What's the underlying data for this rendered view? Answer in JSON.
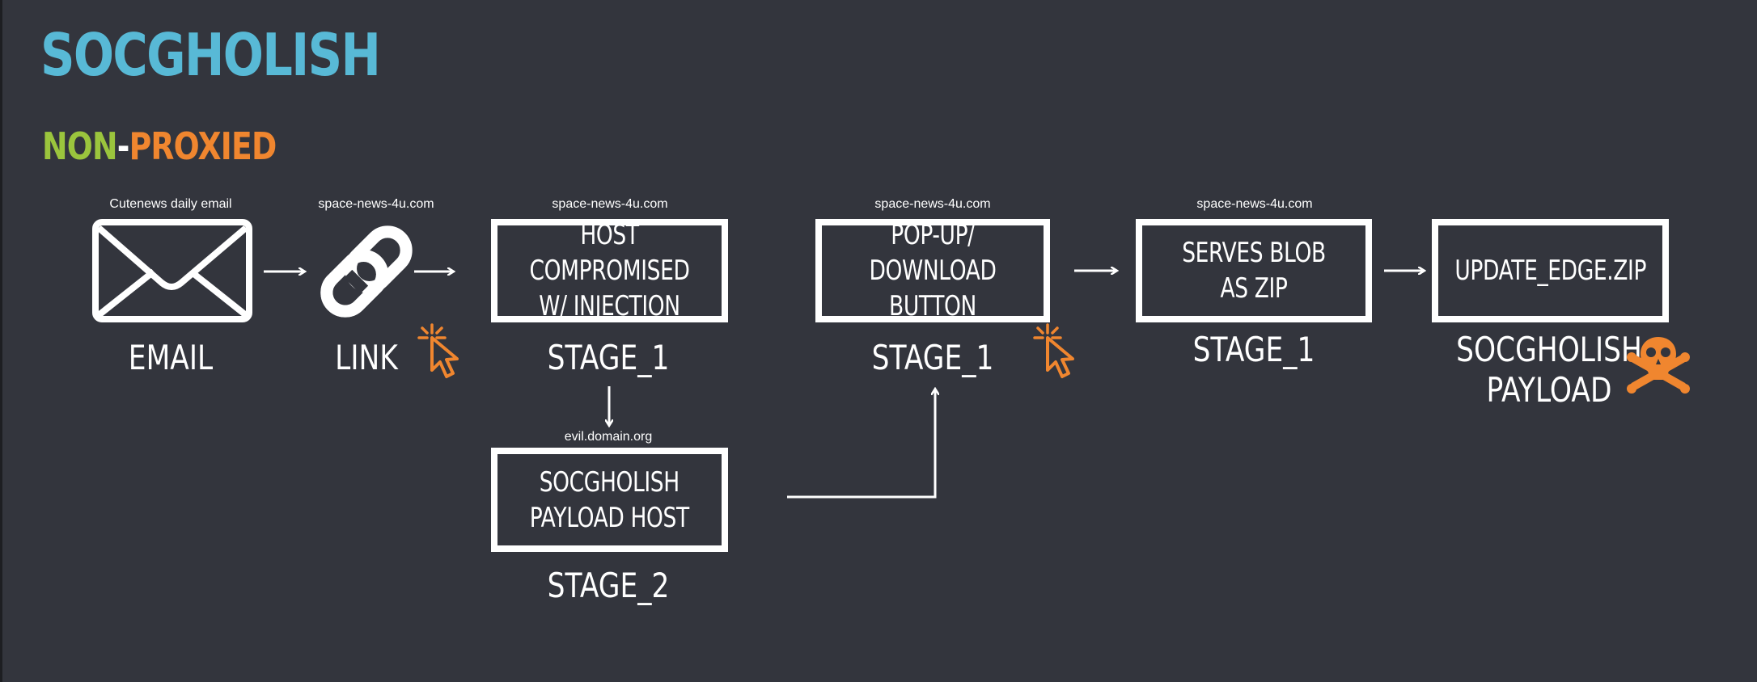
{
  "title": "SOCGHOLISH",
  "subtitle": {
    "part1": "NON",
    "dash": "-",
    "part2": "PROXIED"
  },
  "colors": {
    "background": "#33353d",
    "title": "#58b9d6",
    "green": "#9bc53d",
    "orange": "#f0862f",
    "white": "#ffffff"
  },
  "nodes": {
    "email": {
      "domain": "Cutenews daily email",
      "label": "EMAIL",
      "icon": "envelope-icon"
    },
    "link": {
      "domain": "space-news-4u.com",
      "label": "LINK",
      "icon": "chain-link-icon"
    },
    "host": {
      "domain": "space-news-4u.com",
      "text": "HOST COMPROMISED\nW/ INJECTION",
      "label": "STAGE_1"
    },
    "payload_host": {
      "domain": "evil.domain.org",
      "text": "SOCGHOLISH\nPAYLOAD HOST",
      "label": "STAGE_2"
    },
    "popup": {
      "domain": "space-news-4u.com",
      "text": "POP-UP/\nDOWNLOAD BUTTON",
      "label": "STAGE_1"
    },
    "blob": {
      "domain": "space-news-4u.com",
      "text": "SERVES BLOB AS ZIP",
      "label": "STAGE_1"
    },
    "update": {
      "text": "UPDATE_EDGE.ZIP",
      "label": "SOCGHOLISH\nPAYLOAD",
      "icon": "skull-crossbones-icon"
    }
  },
  "icons": {
    "click": "cursor-click-icon"
  }
}
